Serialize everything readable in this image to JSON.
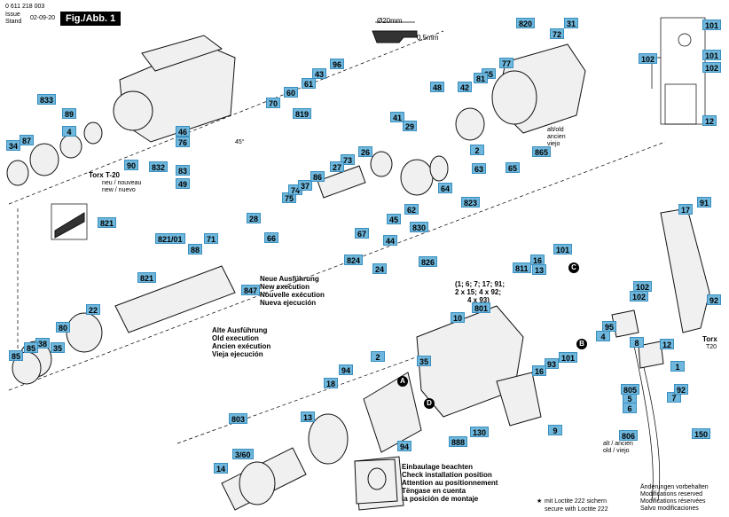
{
  "header": {
    "doc_number": "0 611 218 003",
    "issue_label": "Issue",
    "stand_label": "Stand",
    "issue_date": "02-09-20",
    "figure_label": "Fig./Abb. 1"
  },
  "dimension": {
    "diameter": "Ø20mm",
    "thickness": "0,5mm",
    "part": "37"
  },
  "notes": {
    "torx_left_title": "Torx T-20",
    "torx_left_line2": "neu / nouveau",
    "torx_left_line3": "new / nuevo",
    "torx_right_title": "Torx",
    "torx_right_size": "T20",
    "angle": "45°",
    "new_exec": [
      "Neue Ausführung",
      "New execution",
      "Nouvelle exécution",
      "Nueva ejecución"
    ],
    "old_exec": [
      "Alte Ausführung",
      "Old execution",
      "Ancien exécution",
      "Vieja ejecución"
    ],
    "alt_old_1": [
      "alt/old",
      "ancien",
      "viejo"
    ],
    "alt_old_2": [
      "alt / ancien",
      "old / viejo"
    ],
    "install": [
      "Einbaulage beachten",
      "Check installation position",
      "Attention au positionnement",
      "Tëngase en cuenta",
      "la posición de montaje"
    ],
    "multi_ref": [
      "(1; 6; 7; 17; 91;",
      "2 x 15; 4 x 92;",
      "4 x 93)"
    ],
    "loctite": [
      "mit Loctite 222 sichern",
      "secure with Loctite 222"
    ],
    "modifications": [
      "Änderungen vorbehalten",
      "Modifications reserved",
      "Modifications réservées",
      "Salvo modificaciones"
    ]
  },
  "callouts": [
    "833",
    "89",
    "87",
    "34",
    "4",
    "90",
    "96",
    "43",
    "61",
    "60",
    "70",
    "819",
    "46",
    "76",
    "832",
    "83",
    "49",
    "820",
    "72",
    "31",
    "42",
    "65",
    "77",
    "81",
    "48",
    "41",
    "29",
    "26",
    "73",
    "27",
    "2",
    "75",
    "74",
    "37",
    "86",
    "62",
    "45",
    "63",
    "64",
    "65",
    "865",
    "823",
    "101",
    "101",
    "102",
    "102",
    "12",
    "821",
    "821/01",
    "71",
    "88",
    "28",
    "66",
    "67",
    "44",
    "830",
    "24",
    "824",
    "826",
    "847",
    "821",
    "22",
    "80",
    "38",
    "85",
    "35",
    "85",
    "811",
    "16",
    "101",
    "102",
    "102",
    "95",
    "4",
    "8",
    "93",
    "101",
    "16",
    "13",
    "17",
    "91",
    "92",
    "12",
    "10",
    "801",
    "94",
    "18",
    "2",
    "94",
    "35",
    "803",
    "3/60",
    "13",
    "14",
    "888",
    "130",
    "9",
    "5",
    "805",
    "6",
    "7",
    "92",
    "806",
    "150",
    "1"
  ],
  "markers": [
    "A",
    "B",
    "C",
    "D"
  ],
  "star": "★"
}
